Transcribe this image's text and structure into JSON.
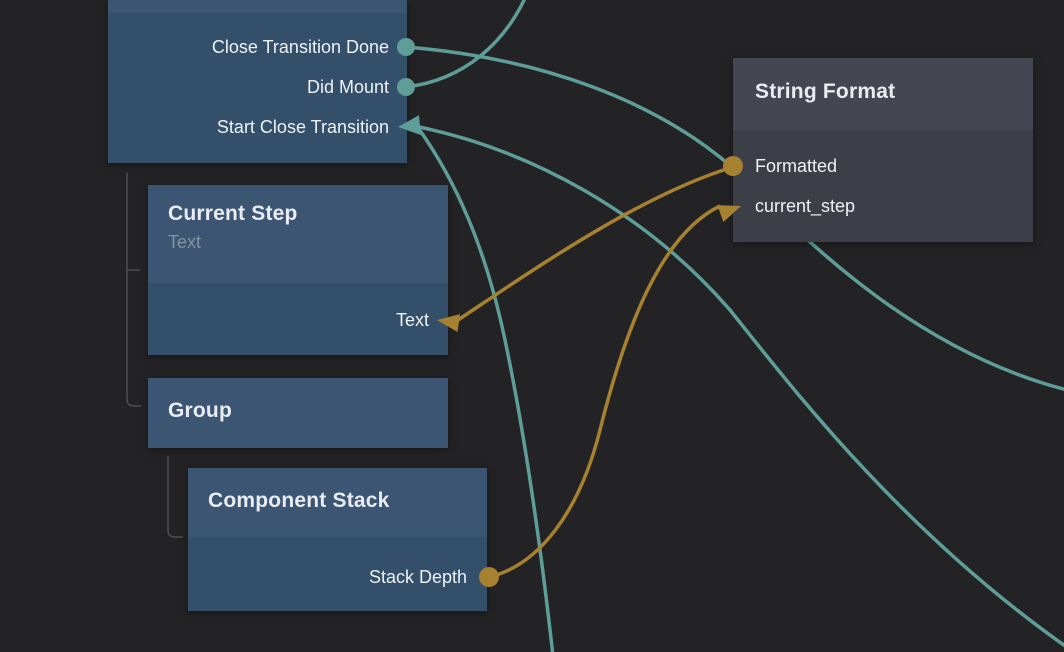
{
  "canvas": {
    "background": "#232325"
  },
  "colors": {
    "signal": "#5f9d99",
    "data": "#a6812f",
    "tree": "#4e4e4e",
    "node_blue_header": "#3b5572",
    "node_blue_body": "#334f6a",
    "node_gray_header": "#444651",
    "node_gray_body": "#3c3e48"
  },
  "nodes": {
    "screen": {
      "ports": {
        "close_transition_done": "Close Transition Done",
        "did_mount": "Did Mount",
        "start_close_transition": "Start Close Transition"
      }
    },
    "current_step": {
      "title": "Current Step",
      "subtitle": "Text",
      "ports": {
        "text": "Text"
      }
    },
    "group": {
      "title": "Group"
    },
    "component_stack": {
      "title": "Component Stack",
      "ports": {
        "stack_depth": "Stack Depth"
      }
    },
    "string_format": {
      "title": "String Format",
      "ports": {
        "formatted": "Formatted",
        "current_step": "current_step"
      }
    }
  },
  "edges": [
    {
      "from": "screen.close_transition_done",
      "to": "offscreen-right",
      "type": "signal"
    },
    {
      "from": "screen.did_mount",
      "to": "offscreen-top",
      "type": "signal"
    },
    {
      "from": "offscreen-bottom-right",
      "to": "screen.start_close_transition",
      "type": "signal"
    },
    {
      "from": "offscreen-bottom",
      "to": "screen.start_close_transition",
      "type": "signal"
    },
    {
      "from": "string_format.formatted",
      "to": "current_step.text",
      "type": "data"
    },
    {
      "from": "component_stack.stack_depth",
      "to": "string_format.current_step",
      "type": "data"
    }
  ],
  "hierarchy": [
    {
      "parent": "screen",
      "children": [
        "current_step",
        "group"
      ]
    },
    {
      "parent": "group",
      "children": [
        "component_stack"
      ]
    }
  ]
}
